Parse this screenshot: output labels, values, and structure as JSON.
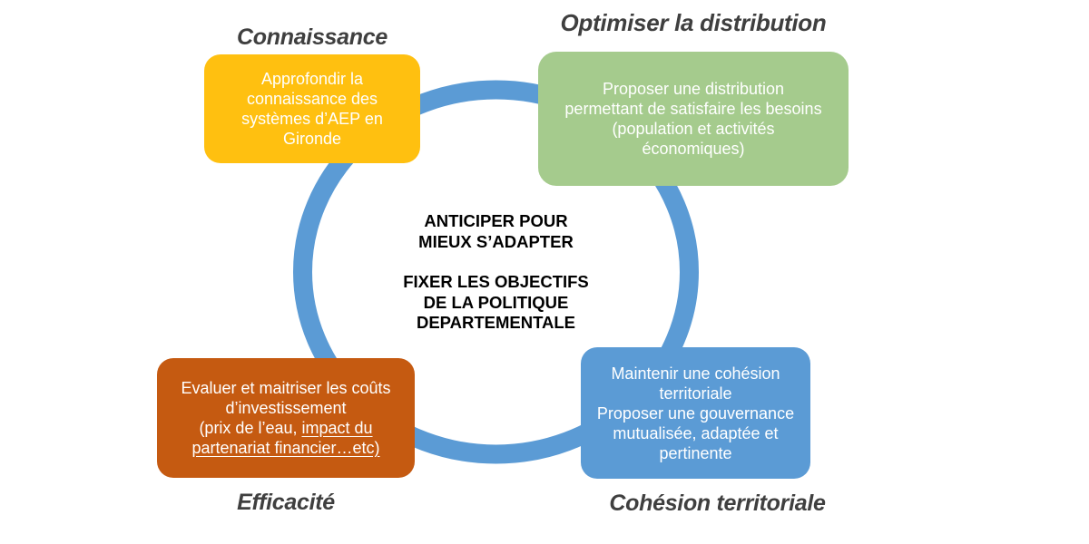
{
  "colors": {
    "ring": "#5B9BD5",
    "connaissance_box": "#FFC010",
    "optimiser_box": "#A5CB8D",
    "efficacite_box": "#C55A11",
    "cohesion_box": "#5B9BD5",
    "title_text": "#3F3F3F",
    "box_text": "#FFFFFF",
    "center_text": "#000000"
  },
  "center": {
    "lines": [
      "ANTICIPER POUR",
      "MIEUX S’ADAPTER",
      "FIXER LES OBJECTIFS",
      "DE LA POLITIQUE",
      "DEPARTEMENTALE"
    ]
  },
  "quadrants": {
    "connaissance": {
      "title": "Connaissance",
      "lines": [
        "Approfondir la",
        "connaissance des",
        "systèmes d’AEP en",
        "Gironde"
      ]
    },
    "optimiser": {
      "title": "Optimiser la distribution",
      "p1": "Proposer une distribution",
      "p2": "permettant de satisfaire les besoins",
      "p3_lines": [
        "(population et activités",
        "économiques)"
      ]
    },
    "efficacite": {
      "title": "Efficacité",
      "p1_lines": [
        "Evaluer et maitriser les coûts",
        "d’investissement"
      ],
      "p2_line1_plain": "(prix de l’eau, ",
      "p2_line1_underline": "impact du",
      "p2_line2_underline": "partenariat financier…etc)"
    },
    "cohesion": {
      "title": "Cohésion territoriale",
      "p1_lines": [
        "Maintenir une cohésion",
        "territoriale"
      ],
      "p2_lines": [
        "Proposer une gouvernance",
        "mutualisée, adaptée et",
        "pertinente"
      ]
    }
  }
}
